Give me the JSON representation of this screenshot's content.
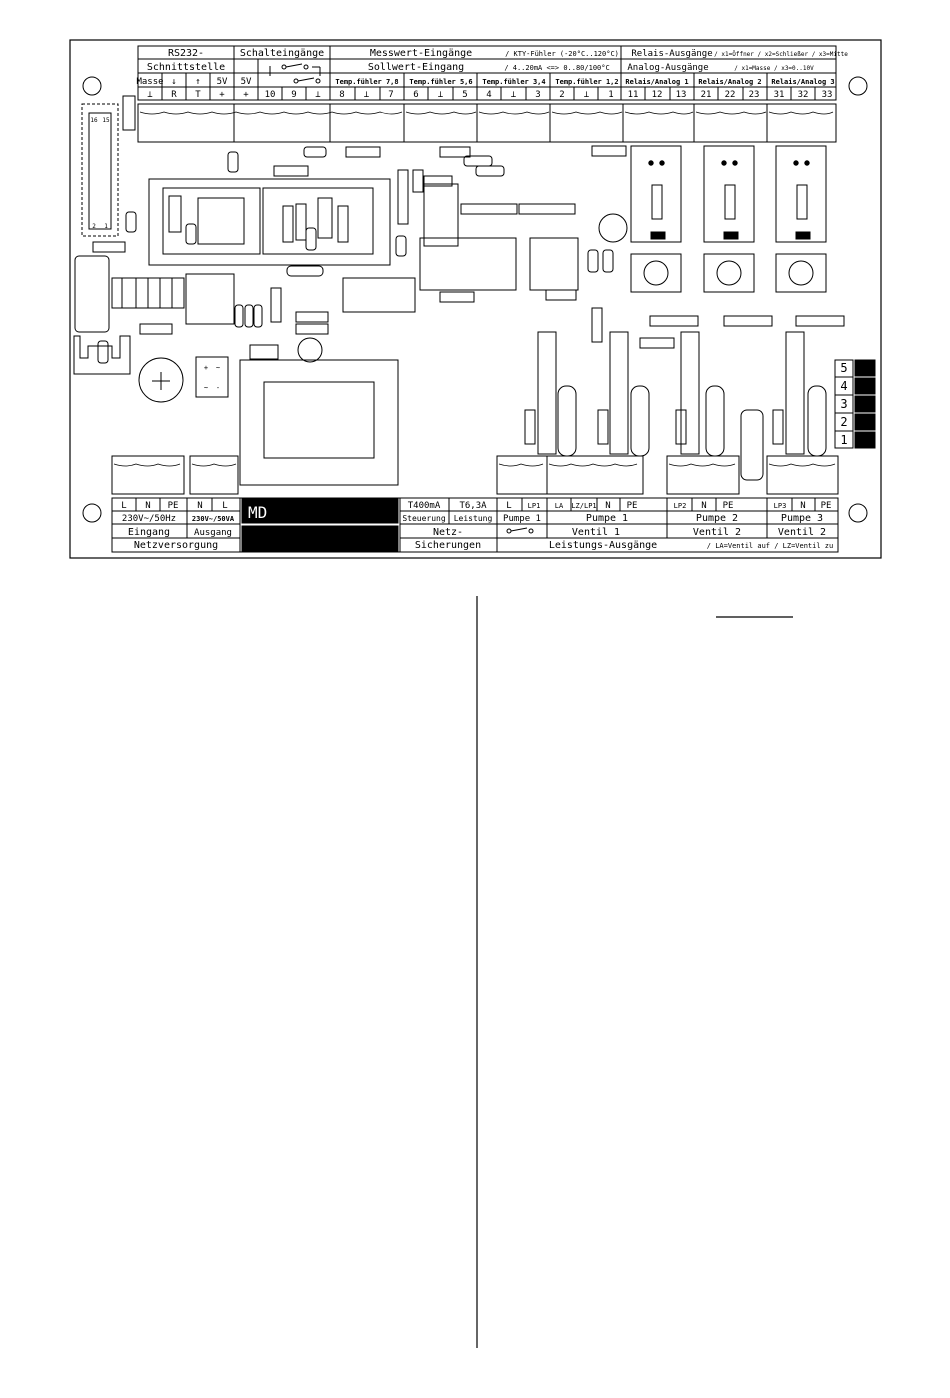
{
  "top_header": {
    "rs232_title": "RS232-",
    "schnittstelle": "Schnittstelle",
    "schalteingaenge": "Schalteingänge",
    "messwert_eingaenge": "Messwert-Eingänge",
    "kty_note": "/ KTY-Fühler (-20°C..120°C)",
    "sollwert_eingang": "Sollwert-Eingang",
    "sollwert_note": "/ 4..20mA <=> 0..80/100°C",
    "relais_ausgaenge": "Relais-Ausgänge",
    "relais_note": "/ x1=Öffner / x2=Schließer / x3=Mitte",
    "analog_ausgaenge": "Analog-Ausgänge",
    "analog_note": "/ x1=Masse / x3=0..10V"
  },
  "rs232_pins": [
    {
      "name": "Masse",
      "sym": "⊥"
    },
    {
      "name": "↓",
      "sym": "R"
    },
    {
      "name": "↑",
      "sym": "T"
    },
    {
      "name": "5V",
      "sym": "+"
    }
  ],
  "schalt_pins": [
    {
      "name": "5V",
      "sym": "+"
    },
    {
      "name": "",
      "sym": "10"
    },
    {
      "name": "",
      "sym": "9"
    },
    {
      "name": "",
      "sym": "⊥"
    }
  ],
  "sensor_groups": [
    {
      "label": "Temp.fühler 7,8",
      "pins": [
        "8",
        "⊥",
        "7"
      ]
    },
    {
      "label": "Temp.fühler 5,6",
      "pins": [
        "6",
        "⊥",
        "5"
      ]
    },
    {
      "label": "Temp.fühler 3,4",
      "pins": [
        "4",
        "⊥",
        "3"
      ]
    },
    {
      "label": "Temp.fühler 1,2",
      "pins": [
        "2",
        "⊥",
        "1"
      ]
    }
  ],
  "relay_groups": [
    {
      "label": "Relais/Analog 1",
      "pins": [
        "11",
        "12",
        "13"
      ]
    },
    {
      "label": "Relais/Analog 2",
      "pins": [
        "21",
        "22",
        "23"
      ]
    },
    {
      "label": "Relais/Analog 3",
      "pins": [
        "31",
        "32",
        "33"
      ]
    }
  ],
  "bottom": {
    "input_pins": [
      "L",
      "N",
      "PE"
    ],
    "input_voltage": "230V~/50Hz",
    "eingang": "Eingang",
    "output_pins": [
      "N",
      "L"
    ],
    "output_rating": "230V~/50VA",
    "ausgang": "Ausgang",
    "netzversorgung": "Netzversorgung",
    "md_label": "MD",
    "fuse1_rating": "T400mA",
    "fuse1_name": "Steuerung",
    "fuse2_rating": "T6,3A",
    "fuse2_name": "Leistung",
    "netz": "Netz-",
    "sicherungen": "Sicherungen",
    "pump1_pins": [
      "L",
      "LP1"
    ],
    "pump1_label": "Pumpe 1",
    "ventil1_pins": [
      "LA",
      "LZ/LP1",
      "N",
      "PE"
    ],
    "ventil1_pump": "Pumpe 1",
    "ventil1_label": "Ventil 1",
    "pump2_pins": [
      "LP2",
      "N",
      "PE"
    ],
    "pump2_label": "Pumpe 2",
    "ventil2_label": "Ventil 2",
    "pump3_pins": [
      "LP3",
      "N",
      "PE"
    ],
    "pump3_label": "Pumpe 3",
    "ventil3_label": "Ventil 2",
    "leistungs_ausgaenge": "Leistungs-Ausgänge",
    "ventil_note": "/ LA=Ventil auf / LZ=Ventil zu"
  },
  "led_numbers": [
    "5",
    "4",
    "3",
    "2",
    "1"
  ],
  "ic_marks": [
    "16",
    "15",
    "2",
    "1"
  ],
  "transformer_marks": [
    "+",
    "~",
    "~",
    "-"
  ]
}
